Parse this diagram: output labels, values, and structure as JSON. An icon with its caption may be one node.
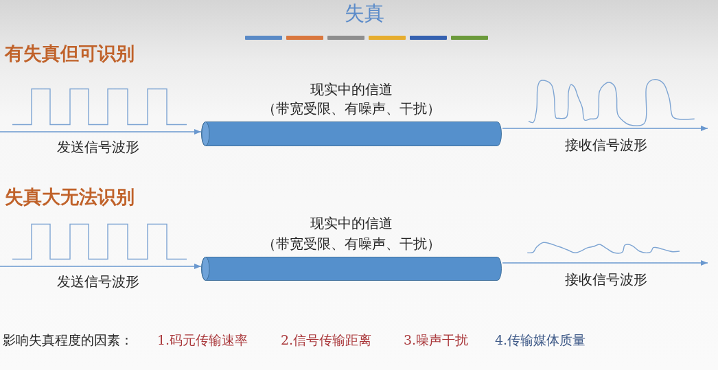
{
  "diagram": {
    "title": "失真",
    "nodes": [
      {
        "text": [
          "现实中的信道",
          "（带宽受限、有噪声、干扰）"
        ]
      },
      {
        "text": [
          "现实中的信道",
          "（带宽受限、有噪声、干扰）"
        ]
      }
    ],
    "edges": [
      {
        "from": null,
        "to": 0,
        "arrow": "to",
        "label": "发送信号波形"
      },
      {
        "from": 0,
        "to": null,
        "arrow": "to",
        "label": "接收信号波形"
      },
      {
        "from": null,
        "to": 1,
        "arrow": "to",
        "label": "发送信号波形"
      },
      {
        "from": 1,
        "to": null,
        "arrow": "to",
        "label": "接收信号波形"
      }
    ],
    "labels": [
      "有失真但可识别",
      "失真大无法识别",
      "影响失真程度的因素：",
      "1.码元传输速率",
      "2.信号传输距离",
      "3.噪声干扰",
      "4.传输媒体质量"
    ]
  }
}
